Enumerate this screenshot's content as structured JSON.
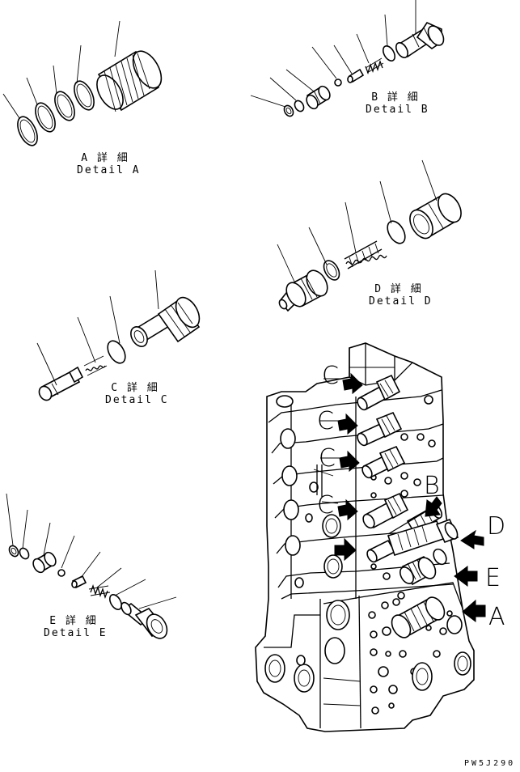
{
  "details": {
    "a": {
      "jp": "A 詳 細",
      "en": "Detail A"
    },
    "b": {
      "jp": "B 詳 細",
      "en": "Detail B"
    },
    "c": {
      "jp": "C 詳 細",
      "en": "Detail C"
    },
    "d": {
      "jp": "D 詳 細",
      "en": "Detail D"
    },
    "e": {
      "jp": "E 詳 細",
      "en": "Detail E"
    }
  },
  "assembly_letters": {
    "c1": "C",
    "c2": "C",
    "c3": "C",
    "c4": "C",
    "b": "B",
    "d": "D",
    "e": "E",
    "a": "A"
  },
  "drawing_code": "PW5J290"
}
